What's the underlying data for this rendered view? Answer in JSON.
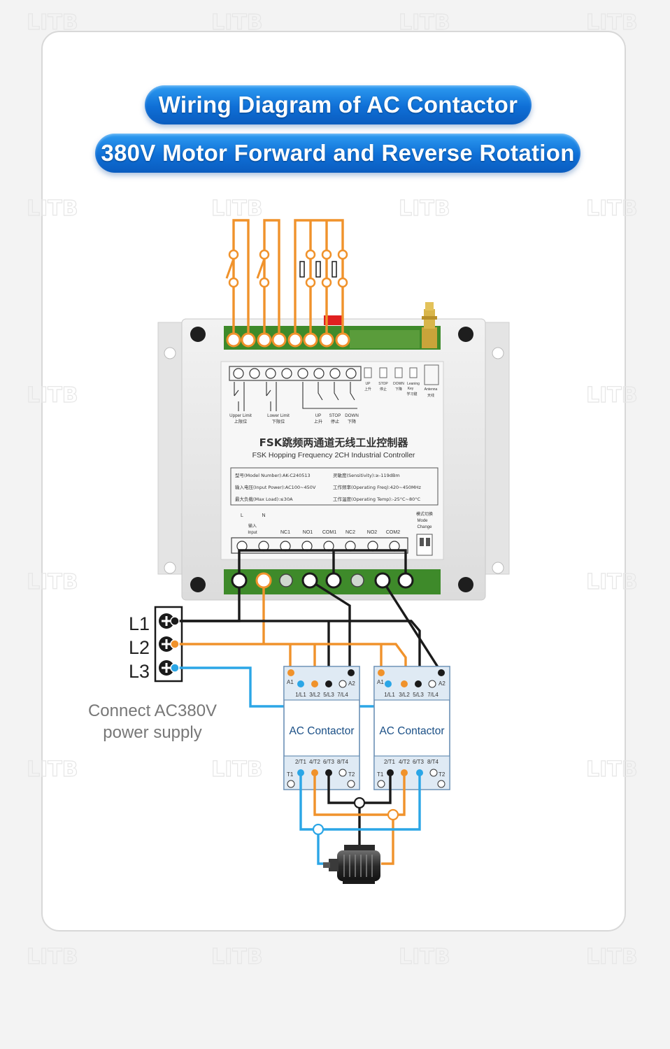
{
  "titles": {
    "line1": "Wiring Diagram of AC Contactor",
    "line2": "380V Motor Forward and Reverse Rotation"
  },
  "watermark": "LITB",
  "controller": {
    "title_cn": "FSK跳频两通道无线工业控制器",
    "title_en": "FSK Hopping Frequency 2CH Industrial Controller",
    "top_labels": {
      "upper_limit": "Upper Limit",
      "upper_limit_cn": "上限位",
      "lower_limit": "Lower Limit",
      "lower_limit_cn": "下限位",
      "up": "UP",
      "up_cn": "上升",
      "stop": "STOP",
      "stop_cn": "停止",
      "down": "DOWN",
      "down_cn": "下降"
    },
    "key_labels": {
      "up": "UP",
      "up_cn": "上升",
      "stop": "STOP",
      "stop_cn": "停止",
      "down": "DOWN",
      "down_cn": "下降",
      "learning": "Leaning",
      "key": "Key",
      "learning_cn": "学习键",
      "antenna": "Antenna",
      "antenna_cn": "天线"
    },
    "specs": {
      "model": "型号(Model Number):AK-C240513",
      "sensitivity": "灵敏度(Sensitivity):≥-119dBm",
      "input_power": "输入电压(Input Power):AC100~450V",
      "operating_freq": "工作频率(Operating Freq):420~450MHz",
      "max_load": "最大负载(Max Load):≤30A",
      "operating_temp": "工作温度(Operating Temp):-25°C~80°C"
    },
    "bottom_labels": {
      "l": "L",
      "n": "N",
      "input_cn": "输入",
      "input": "Input",
      "nc1": "NC1",
      "no1": "NO1",
      "com1": "COM1",
      "nc2": "NC2",
      "no2": "NO2",
      "com2": "COM2",
      "mode_cn": "模式切换",
      "mode": "Mode",
      "change": "Change"
    }
  },
  "power": {
    "l1": "L1",
    "l2": "L2",
    "l3": "L3",
    "caption_line1": "Connect AC380V",
    "caption_line2": "power supply"
  },
  "contactors": [
    {
      "label": "AC Contactor",
      "a1": "A1",
      "a2": "A2",
      "top_terminals": [
        "1/L1",
        "3/L2",
        "5/L3",
        "7/L4"
      ],
      "bottom_terminals": [
        "2/T1",
        "4/T2",
        "6/T3",
        "8/T4"
      ],
      "t1": "T1",
      "t2": "T2"
    },
    {
      "label": "AC Contactor",
      "a1": "A1",
      "a2": "A2",
      "top_terminals": [
        "1/L1",
        "3/L2",
        "5/L3",
        "7/L4"
      ],
      "bottom_terminals": [
        "2/T1",
        "4/T2",
        "6/T3",
        "8/T4"
      ],
      "t1": "T1",
      "t2": "T2"
    }
  ],
  "colors": {
    "accent_blue": "#1a7fe3",
    "wire_orange": "#f0922b",
    "wire_black": "#1a1a1a",
    "wire_blue": "#2ba6e6",
    "terminal_green": "#3e8a2a"
  }
}
